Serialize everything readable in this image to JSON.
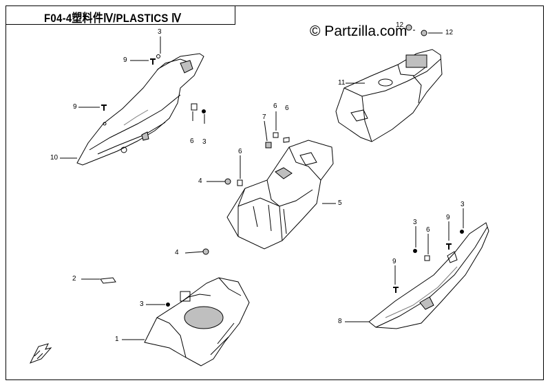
{
  "diagram": {
    "title": "F04-4塑料件Ⅳ/PLASTICS Ⅳ",
    "watermark": "© Partzilla.com",
    "callouts": {
      "c1": "1",
      "c2": "2",
      "c3a": "3",
      "c3b": "3",
      "c3c": "3",
      "c3d": "3",
      "c3e": "3",
      "c4a": "4",
      "c4b": "4",
      "c5": "5",
      "c6a": "6",
      "c6b": "6",
      "c6c": "6",
      "c6d": "6",
      "c6e": "6",
      "c7": "7",
      "c8": "8",
      "c9a": "9",
      "c9b": "9",
      "c9c": "9",
      "c9d": "9",
      "c10": "10",
      "c11": "11",
      "c12a": "12",
      "c12b": "12"
    },
    "colors": {
      "line": "#000000",
      "part_fill": "#ffffff",
      "shade": "#bfbfbf"
    },
    "icons": {
      "orientation": "front-arrow-icon"
    }
  }
}
